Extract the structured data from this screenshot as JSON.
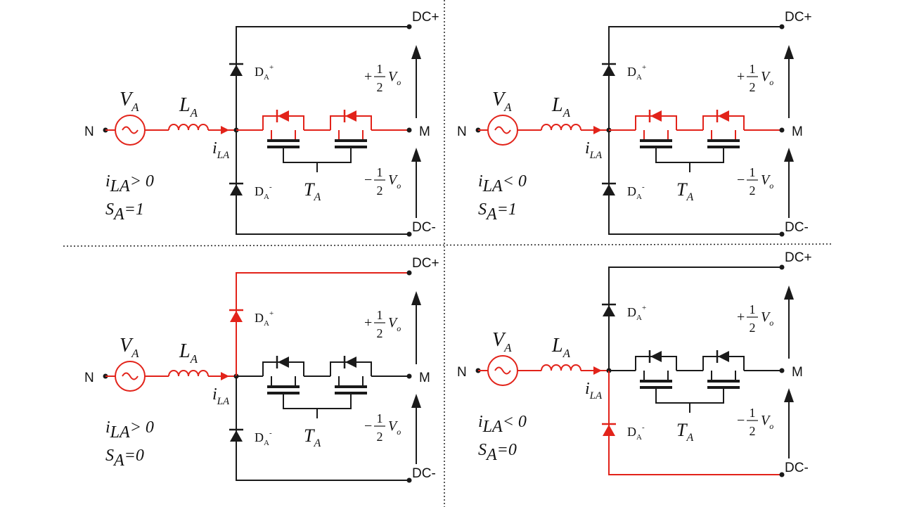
{
  "colors": {
    "conducting": "#e2231a",
    "idle": "#1a1a1a"
  },
  "labels": {
    "dc_plus": "DC+",
    "dc_minus": "DC-",
    "neutral": "N",
    "midpoint": "M",
    "source": {
      "main": "V",
      "sub": "A"
    },
    "inductor": {
      "main": "L",
      "sub": "A"
    },
    "current": {
      "main": "i",
      "sub": "LA"
    },
    "diode_upper": {
      "main": "D",
      "sub": "A",
      "sup": "+"
    },
    "diode_lower": {
      "main": "D",
      "sub": "A",
      "sup": "-"
    },
    "switch": {
      "main": "T",
      "sub": "A"
    },
    "v_upper": {
      "sign": "+",
      "num": "1",
      "den": "2",
      "var": "V",
      "sub": "o"
    },
    "v_lower": {
      "sign": "−",
      "num": "1",
      "den": "2",
      "var": "V",
      "sub": "o"
    }
  },
  "panels": [
    {
      "id": "top-left",
      "current_main": "i",
      "current_sub": "LA",
      "current_rel": "> 0",
      "s_main": "S",
      "s_sub": "A",
      "s_val": "=1",
      "path": "switch"
    },
    {
      "id": "top-right",
      "current_main": "i",
      "current_sub": "LA",
      "current_rel": "< 0",
      "s_main": "S",
      "s_sub": "A",
      "s_val": "=1",
      "path": "switch"
    },
    {
      "id": "bottom-left",
      "current_main": "i",
      "current_sub": "LA",
      "current_rel": "> 0",
      "s_main": "S",
      "s_sub": "A",
      "s_val": "=0",
      "path": "upper"
    },
    {
      "id": "bottom-right",
      "current_main": "i",
      "current_sub": "LA",
      "current_rel": "< 0",
      "s_main": "S",
      "s_sub": "A",
      "s_val": "=0",
      "path": "lower"
    }
  ]
}
